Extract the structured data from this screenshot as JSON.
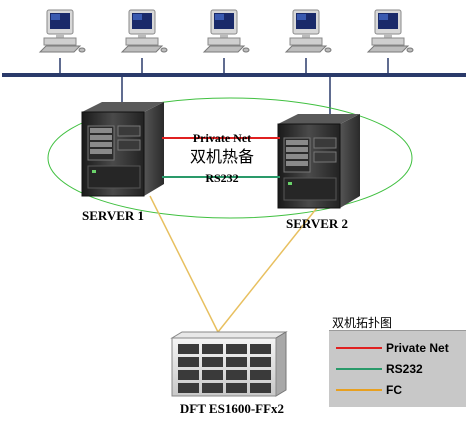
{
  "labels": {
    "private_net": "Private Net",
    "dual_hot_standby": "双机热备",
    "rs232": "RS232",
    "server1": "SERVER 1",
    "server2": "SERVER 2",
    "storage": "DFT ES1600-FFx2"
  },
  "legend": {
    "title": "双机拓扑图",
    "items": [
      {
        "label": "Private Net",
        "color": "#e02020"
      },
      {
        "label": "RS232",
        "color": "#2a9a6a"
      },
      {
        "label": "FC",
        "color": "#e8a020"
      }
    ]
  },
  "colors": {
    "lan_bus": "#2a3a6a",
    "private_net": "#e02020",
    "rs232": "#2a9a6a",
    "fc": "#e8c060",
    "ellipse": "#40c040"
  },
  "workstations": [
    {
      "icon": "workstation-icon"
    },
    {
      "icon": "workstation-icon"
    },
    {
      "icon": "workstation-icon"
    },
    {
      "icon": "workstation-icon"
    },
    {
      "icon": "workstation-icon"
    }
  ]
}
